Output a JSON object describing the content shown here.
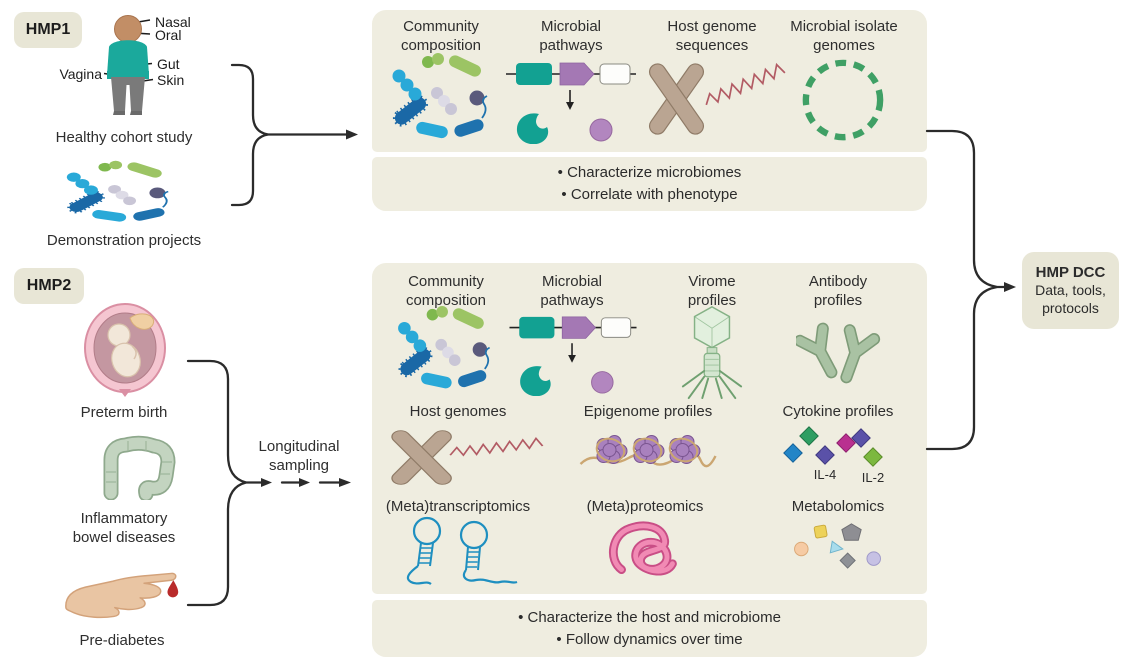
{
  "palette": {
    "panel_bg": "#EFEDE0",
    "badge_bg": "#E8E6D6",
    "connector_line": "#2B2B2B",
    "teal": "#12A192",
    "purple": "#A478B4",
    "blue": "#1F72AE",
    "cyan": "#29A9D8",
    "green": "#9CC464",
    "sage_green": "#A9C2A3",
    "protein_pink": "#D94F8C",
    "chromosome_tan": "#BAA592",
    "isolate_genome_green": "#3FA065",
    "blood_red": "#B92B2B"
  },
  "hmp1": {
    "badge": "HMP1",
    "body_sites": {
      "nasal": "Nasal",
      "oral": "Oral",
      "vagina": "Vagina",
      "gut": "Gut",
      "skin": "Skin"
    },
    "cohort_caption": "Healthy cohort study",
    "projects_caption": "Demonstration projects",
    "panel": {
      "columns": [
        {
          "label": "Community\ncomposition",
          "icon": "microbes-icon"
        },
        {
          "label": "Microbial\npathways",
          "icon": "gene-pathway-icon"
        },
        {
          "label": "Host genome\nsequences",
          "icon": "chromosome-dna-icon"
        },
        {
          "label": "Microbial isolate\ngenomes",
          "icon": "circular-genome-icon"
        }
      ],
      "goals": [
        "• Characterize microbiomes",
        "• Correlate with phenotype"
      ]
    }
  },
  "hmp2": {
    "badge": "HMP2",
    "conditions": [
      {
        "label": "Preterm birth",
        "icon": "fetus-icon"
      },
      {
        "label": "Inflammatory\nbowel diseases",
        "icon": "colon-icon"
      },
      {
        "label": "Pre-diabetes",
        "icon": "finger-blood-icon"
      }
    ],
    "sampling_label": "Longitudinal\nsampling",
    "panel": {
      "row1": [
        {
          "label": "Community\ncomposition",
          "icon": "microbes-icon"
        },
        {
          "label": "Microbial\npathways",
          "icon": "gene-pathway-icon"
        },
        {
          "label": "Virome\nprofiles",
          "icon": "bacteriophage-icon"
        },
        {
          "label": "Antibody\nprofiles",
          "icon": "antibody-icon"
        }
      ],
      "row2": [
        {
          "label": "Host genomes",
          "icon": "chromosome-dna-icon"
        },
        {
          "label": "Epigenome profiles",
          "icon": "nucleosome-icon"
        },
        {
          "label": "Cytokine profiles",
          "icon": "cytokine-diamonds-icon"
        }
      ],
      "row3": [
        {
          "label": "(Meta)transcriptomics",
          "icon": "rna-hairpin-icon"
        },
        {
          "label": "(Meta)proteomics",
          "icon": "protein-tangle-icon"
        },
        {
          "label": "Metabolomics",
          "icon": "metabolite-shapes-icon"
        }
      ],
      "cytokine_labels": [
        "IL-4",
        "IL-2"
      ],
      "goals": [
        "• Characterize the host and microbiome",
        "• Follow dynamics over time"
      ]
    }
  },
  "output_box": {
    "title": "HMP DCC",
    "subtitle": "Data, tools,\nprotocols"
  }
}
